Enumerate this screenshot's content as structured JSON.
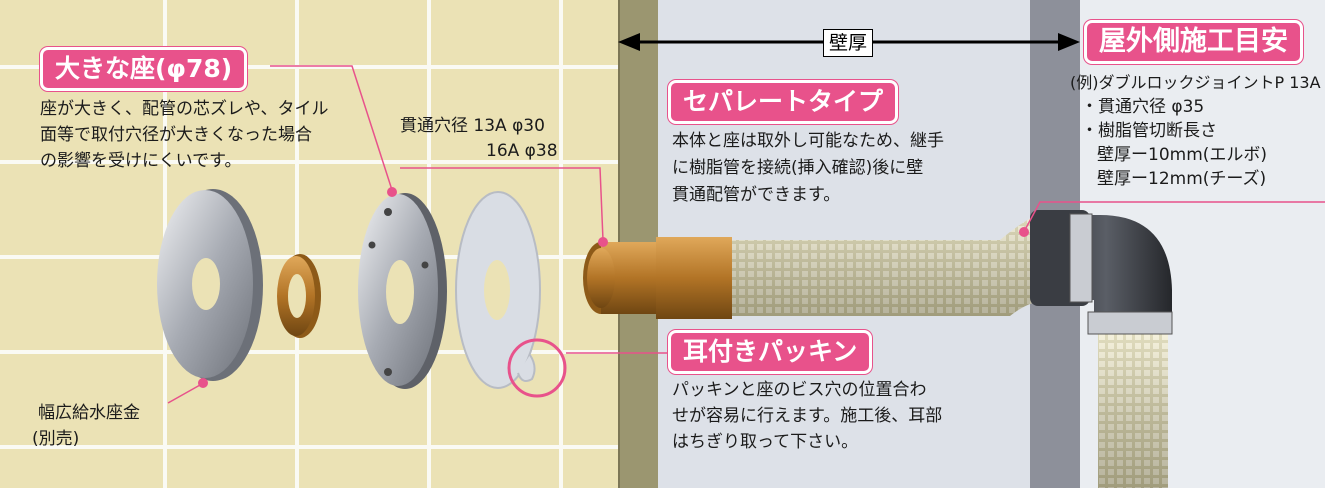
{
  "wall_thickness_label": "壁厚",
  "outdoor_title": "屋外側施工目安",
  "outdoor_example": "(例)ダブルロックジョイントP 13A",
  "outdoor_lines": [
    "・貫通穴径 φ35",
    "・樹脂管切断長さ",
    "壁厚ー10mm(エルボ)",
    "壁厚ー12mm(チーズ)"
  ],
  "big_seat": {
    "title": "大きな座(φ78)",
    "lines": [
      "座が大きく、配管の芯ズレや、タイル",
      "面等で取付穴径が大きくなった場合",
      "の影響を受けにくいです。"
    ]
  },
  "hole": {
    "lines": [
      "貫通穴径 13A φ30",
      "16A φ38"
    ]
  },
  "separate": {
    "title": "セパレートタイプ",
    "lines": [
      "本体と座は取外し可能なため、継手",
      "に樹脂管を接続(挿入確認)後に壁",
      "貫通配管ができます。"
    ]
  },
  "packing": {
    "title": "耳付きパッキン",
    "lines": [
      "パッキンと座のビス穴の位置合わ",
      "せが容易に行えます。施工後、耳部",
      "はちぎり取って下さい。"
    ]
  },
  "plate": {
    "lines": [
      "幅広給水座金",
      "(別売)"
    ]
  },
  "colors": {
    "accent": "#e8528b",
    "tile": "#ebe2b5",
    "wall": "#dde1e8"
  }
}
